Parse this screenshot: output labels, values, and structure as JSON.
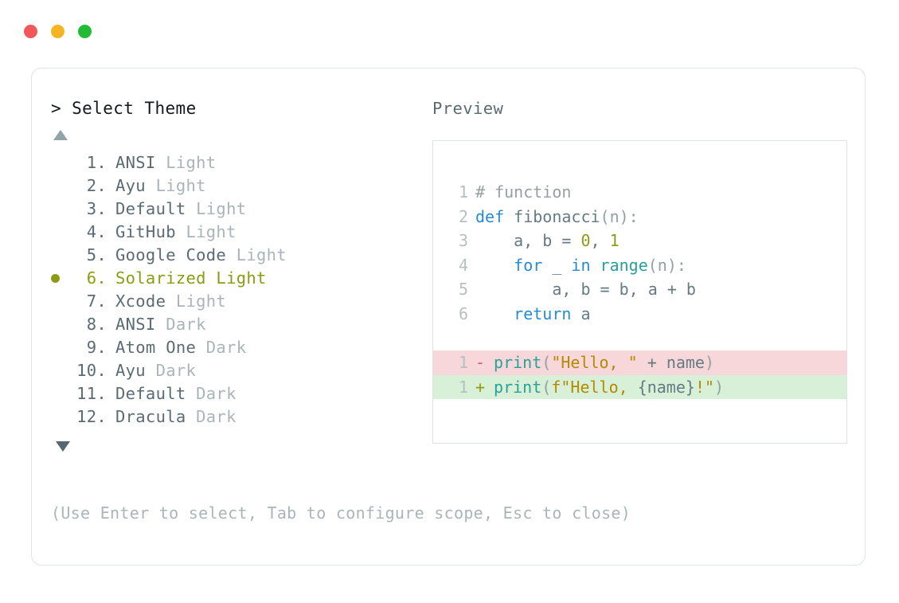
{
  "window": {
    "traffic_lights": [
      {
        "name": "close",
        "color": "#f2585a"
      },
      {
        "name": "minimize",
        "color": "#f5b522"
      },
      {
        "name": "maximize",
        "color": "#22bb33"
      }
    ]
  },
  "picker": {
    "prompt_caret": ">",
    "prompt_title": "Select Theme",
    "scroll_up_indicator": "▲",
    "scroll_down_indicator": "▼",
    "selected_index": 6,
    "selected_bullet": "●",
    "accent_color": "#8c9c12",
    "items": [
      {
        "index": "1.",
        "name": "ANSI",
        "variant": "Light",
        "selected": false
      },
      {
        "index": "2.",
        "name": "Ayu",
        "variant": "Light",
        "selected": false
      },
      {
        "index": "3.",
        "name": "Default",
        "variant": "Light",
        "selected": false
      },
      {
        "index": "4.",
        "name": "GitHub",
        "variant": "Light",
        "selected": false
      },
      {
        "index": "5.",
        "name": "Google Code",
        "variant": "Light",
        "selected": false
      },
      {
        "index": "6.",
        "name": "Solarized",
        "variant": "Light",
        "selected": true
      },
      {
        "index": "7.",
        "name": "Xcode",
        "variant": "Light",
        "selected": false
      },
      {
        "index": "8.",
        "name": "ANSI",
        "variant": "Dark",
        "selected": false
      },
      {
        "index": "9.",
        "name": "Atom One",
        "variant": "Dark",
        "selected": false
      },
      {
        "index": "10.",
        "name": "Ayu",
        "variant": "Dark",
        "selected": false
      },
      {
        "index": "11.",
        "name": "Default",
        "variant": "Dark",
        "selected": false
      },
      {
        "index": "12.",
        "name": "Dracula",
        "variant": "Dark",
        "selected": false
      }
    ],
    "hint": "(Use Enter to select, Tab to configure scope, Esc to close)"
  },
  "preview": {
    "label": "Preview",
    "code_lines": [
      {
        "number": "1",
        "tokens": [
          {
            "text": "# function",
            "cls": "t-comment"
          }
        ]
      },
      {
        "number": "2",
        "tokens": [
          {
            "text": "def ",
            "cls": "t-kw"
          },
          {
            "text": "fibonacci",
            "cls": "t-fn"
          },
          {
            "text": "(n):",
            "cls": "t-punc"
          }
        ]
      },
      {
        "number": "3",
        "tokens": [
          {
            "text": "    a, b = ",
            "cls": "t-plain"
          },
          {
            "text": "0",
            "cls": "t-num"
          },
          {
            "text": ", ",
            "cls": "t-plain"
          },
          {
            "text": "1",
            "cls": "t-num"
          }
        ]
      },
      {
        "number": "4",
        "tokens": [
          {
            "text": "    for ",
            "cls": "t-kw"
          },
          {
            "text": "_ ",
            "cls": "t-plain"
          },
          {
            "text": "in ",
            "cls": "t-kw"
          },
          {
            "text": "range",
            "cls": "t-builtin"
          },
          {
            "text": "(n):",
            "cls": "t-punc"
          }
        ]
      },
      {
        "number": "5",
        "tokens": [
          {
            "text": "        a, b = b, a + b",
            "cls": "t-plain"
          }
        ]
      },
      {
        "number": "6",
        "tokens": [
          {
            "text": "    return ",
            "cls": "t-kw"
          },
          {
            "text": "a",
            "cls": "t-plain"
          }
        ]
      }
    ],
    "diff_lines": [
      {
        "number": "1",
        "sign": "-",
        "kind": "del",
        "tokens": [
          {
            "text": "print",
            "cls": "t-builtin"
          },
          {
            "text": "(",
            "cls": "t-punc"
          },
          {
            "text": "\"Hello, \"",
            "cls": "t-str"
          },
          {
            "text": " + ",
            "cls": "t-plain"
          },
          {
            "text": "name",
            "cls": "t-plain"
          },
          {
            "text": ")",
            "cls": "t-punc"
          }
        ]
      },
      {
        "number": "1",
        "sign": "+",
        "kind": "add",
        "tokens": [
          {
            "text": "print",
            "cls": "t-builtin"
          },
          {
            "text": "(",
            "cls": "t-punc"
          },
          {
            "text": "f",
            "cls": "t-str"
          },
          {
            "text": "\"Hello, ",
            "cls": "t-str"
          },
          {
            "text": "{name}",
            "cls": "t-plain"
          },
          {
            "text": "!\"",
            "cls": "t-str"
          },
          {
            "text": ")",
            "cls": "t-punc"
          }
        ]
      }
    ]
  }
}
